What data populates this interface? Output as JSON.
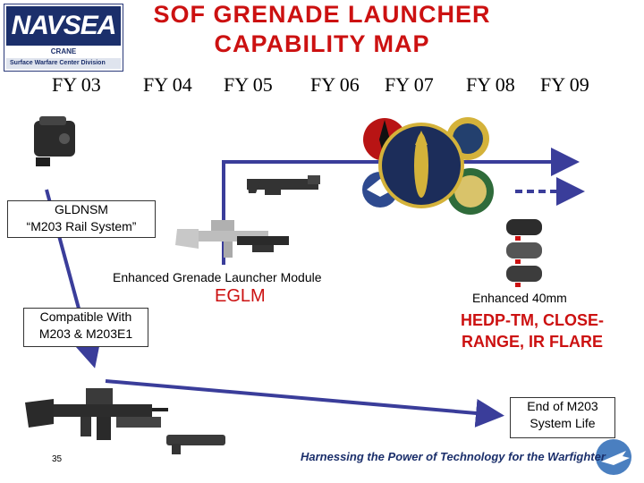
{
  "logo": {
    "name": "NAVSEA",
    "site": "CRANE",
    "division": "Surface Warfare Center Division"
  },
  "title": {
    "line1": "SOF GRENADE LAUNCHER",
    "line2": "CAPABILITY MAP"
  },
  "fiscal_years": [
    "FY 03",
    "FY 04",
    "FY 05",
    "FY 06",
    "FY 07",
    "FY 08",
    "FY 09"
  ],
  "gldnsm": {
    "line1": "GLDNSM",
    "line2": "“M203 Rail System”"
  },
  "eglm": {
    "full": "Enhanced Grenade Launcher Module",
    "abbr": "EGLM"
  },
  "compatible": {
    "line1": "Compatible With",
    "line2": "M203 & M203E1"
  },
  "ammo": {
    "label": "Enhanced 40mm",
    "types_line1": "HEDP-TM, CLOSE-",
    "types_line2": "RANGE, IR FLARE"
  },
  "end_life": {
    "line1": "End of M203",
    "line2": "System Life"
  },
  "page_number": "35",
  "footer": "Harnessing the Power of Technology for the Warfighter",
  "colors": {
    "title": "#cc1111",
    "arrow": "#3a3d9a",
    "navy": "#1b2f6b"
  }
}
